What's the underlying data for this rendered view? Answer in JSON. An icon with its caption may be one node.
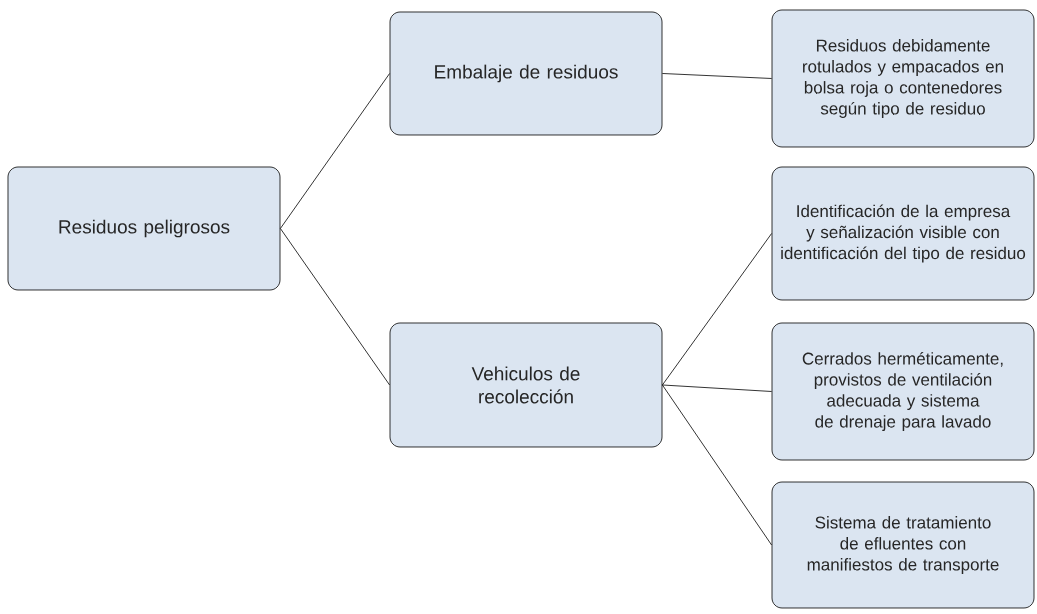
{
  "diagram": {
    "nodes": [
      {
        "text": [
          "Residuos peligrosos"
        ]
      },
      {
        "text": [
          "Embalaje de residuos"
        ]
      },
      {
        "text": [
          "Vehiculos de recolección"
        ]
      },
      {
        "text": [
          "Residuos debidamente rotulados y empacados en bolsa roja o contenedores según tipo de residuo"
        ]
      },
      {
        "text": [
          "Identificación de la empresa y señalización visible con identificación del tipo de residuo"
        ]
      },
      {
        "text": [
          "Cerrados herméticamente, provistos de ventilación adecuada y sistema de drenaje para lavado"
        ]
      },
      {
        "text": [
          "Sistema de tratamiento de efluentes con manifiestos de transporte"
        ]
      }
    ],
    "edges": [
      {
        "from": 0,
        "to": 1,
        "arrow": "none"
      },
      {
        "from": 0,
        "to": 2,
        "arrow": "none"
      },
      {
        "from": 1,
        "to": 3,
        "arrow": "none"
      },
      {
        "from": 2,
        "to": 4,
        "arrow": "none"
      },
      {
        "from": 2,
        "to": 5,
        "arrow": "none"
      },
      {
        "from": 2,
        "to": 6,
        "arrow": "none"
      }
    ]
  }
}
